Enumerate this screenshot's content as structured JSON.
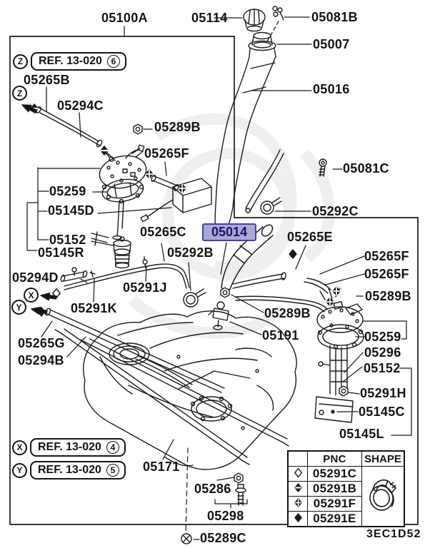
{
  "diagram_code": "3EC1D52",
  "colors": {
    "line": "#1b1b1b",
    "background": "#ffffff",
    "highlight_bg": "#a9a9da",
    "highlight_border": "#4343a0",
    "highlight_text": "#15156b"
  },
  "highlighted_part": "05014",
  "callouts": {
    "z": "Z",
    "x": "X",
    "y": "Y"
  },
  "refs": [
    {
      "key": "Z",
      "label": "REF. 13-020",
      "num": "6"
    },
    {
      "key": "X",
      "label": "REF. 13-020",
      "num": "4"
    },
    {
      "key": "Y",
      "label": "REF. 13-020",
      "num": "5"
    }
  ],
  "labels": [
    {
      "name": "05100A",
      "text": "05100A"
    },
    {
      "name": "05114",
      "text": "05114"
    },
    {
      "name": "05081B",
      "text": "05081B"
    },
    {
      "name": "05007",
      "text": "05007"
    },
    {
      "name": "05016",
      "text": "05016"
    },
    {
      "name": "05265B",
      "text": "05265B"
    },
    {
      "name": "05294C",
      "text": "05294C"
    },
    {
      "name": "05289B-a",
      "text": "05289B"
    },
    {
      "name": "05265F-a",
      "text": "05265F"
    },
    {
      "name": "05259-a",
      "text": "05259"
    },
    {
      "name": "05145D",
      "text": "05145D"
    },
    {
      "name": "05152-a",
      "text": "05152"
    },
    {
      "name": "05145R",
      "text": "05145R"
    },
    {
      "name": "05265C",
      "text": "05265C"
    },
    {
      "name": "05014",
      "text": "05014"
    },
    {
      "name": "05292B",
      "text": "05292B"
    },
    {
      "name": "05265E",
      "text": "05265E"
    },
    {
      "name": "05265F-b",
      "text": "05265F"
    },
    {
      "name": "05265F-c",
      "text": "05265F"
    },
    {
      "name": "05289B-b",
      "text": "05289B"
    },
    {
      "name": "05294D",
      "text": "05294D"
    },
    {
      "name": "05291J",
      "text": "05291J"
    },
    {
      "name": "05291K",
      "text": "05291K"
    },
    {
      "name": "05265G",
      "text": "05265G"
    },
    {
      "name": "05294B",
      "text": "05294B"
    },
    {
      "name": "05289B-c",
      "text": "05289B"
    },
    {
      "name": "05191",
      "text": "05191"
    },
    {
      "name": "05259-b",
      "text": "05259"
    },
    {
      "name": "05296",
      "text": "05296"
    },
    {
      "name": "05152-b",
      "text": "05152"
    },
    {
      "name": "05291H",
      "text": "05291H"
    },
    {
      "name": "05145C",
      "text": "05145C"
    },
    {
      "name": "05145L",
      "text": "05145L"
    },
    {
      "name": "05081C",
      "text": "05081C"
    },
    {
      "name": "05292C",
      "text": "05292C"
    },
    {
      "name": "05171",
      "text": "05171"
    },
    {
      "name": "05286",
      "text": "05286"
    },
    {
      "name": "05298",
      "text": "05298"
    },
    {
      "name": "05289C",
      "text": "05289C"
    }
  ],
  "table": {
    "headers": {
      "pnc": "PNC",
      "shape": "SHAPE"
    },
    "rows": [
      {
        "symbol": "diamond-open",
        "pnc": "05291C"
      },
      {
        "symbol": "diamond-striped",
        "pnc": "05291B"
      },
      {
        "symbol": "diamond-cross",
        "pnc": "05291F"
      },
      {
        "symbol": "diamond-solid",
        "pnc": "05291E"
      }
    ],
    "shape_item": "hose-clamp"
  }
}
